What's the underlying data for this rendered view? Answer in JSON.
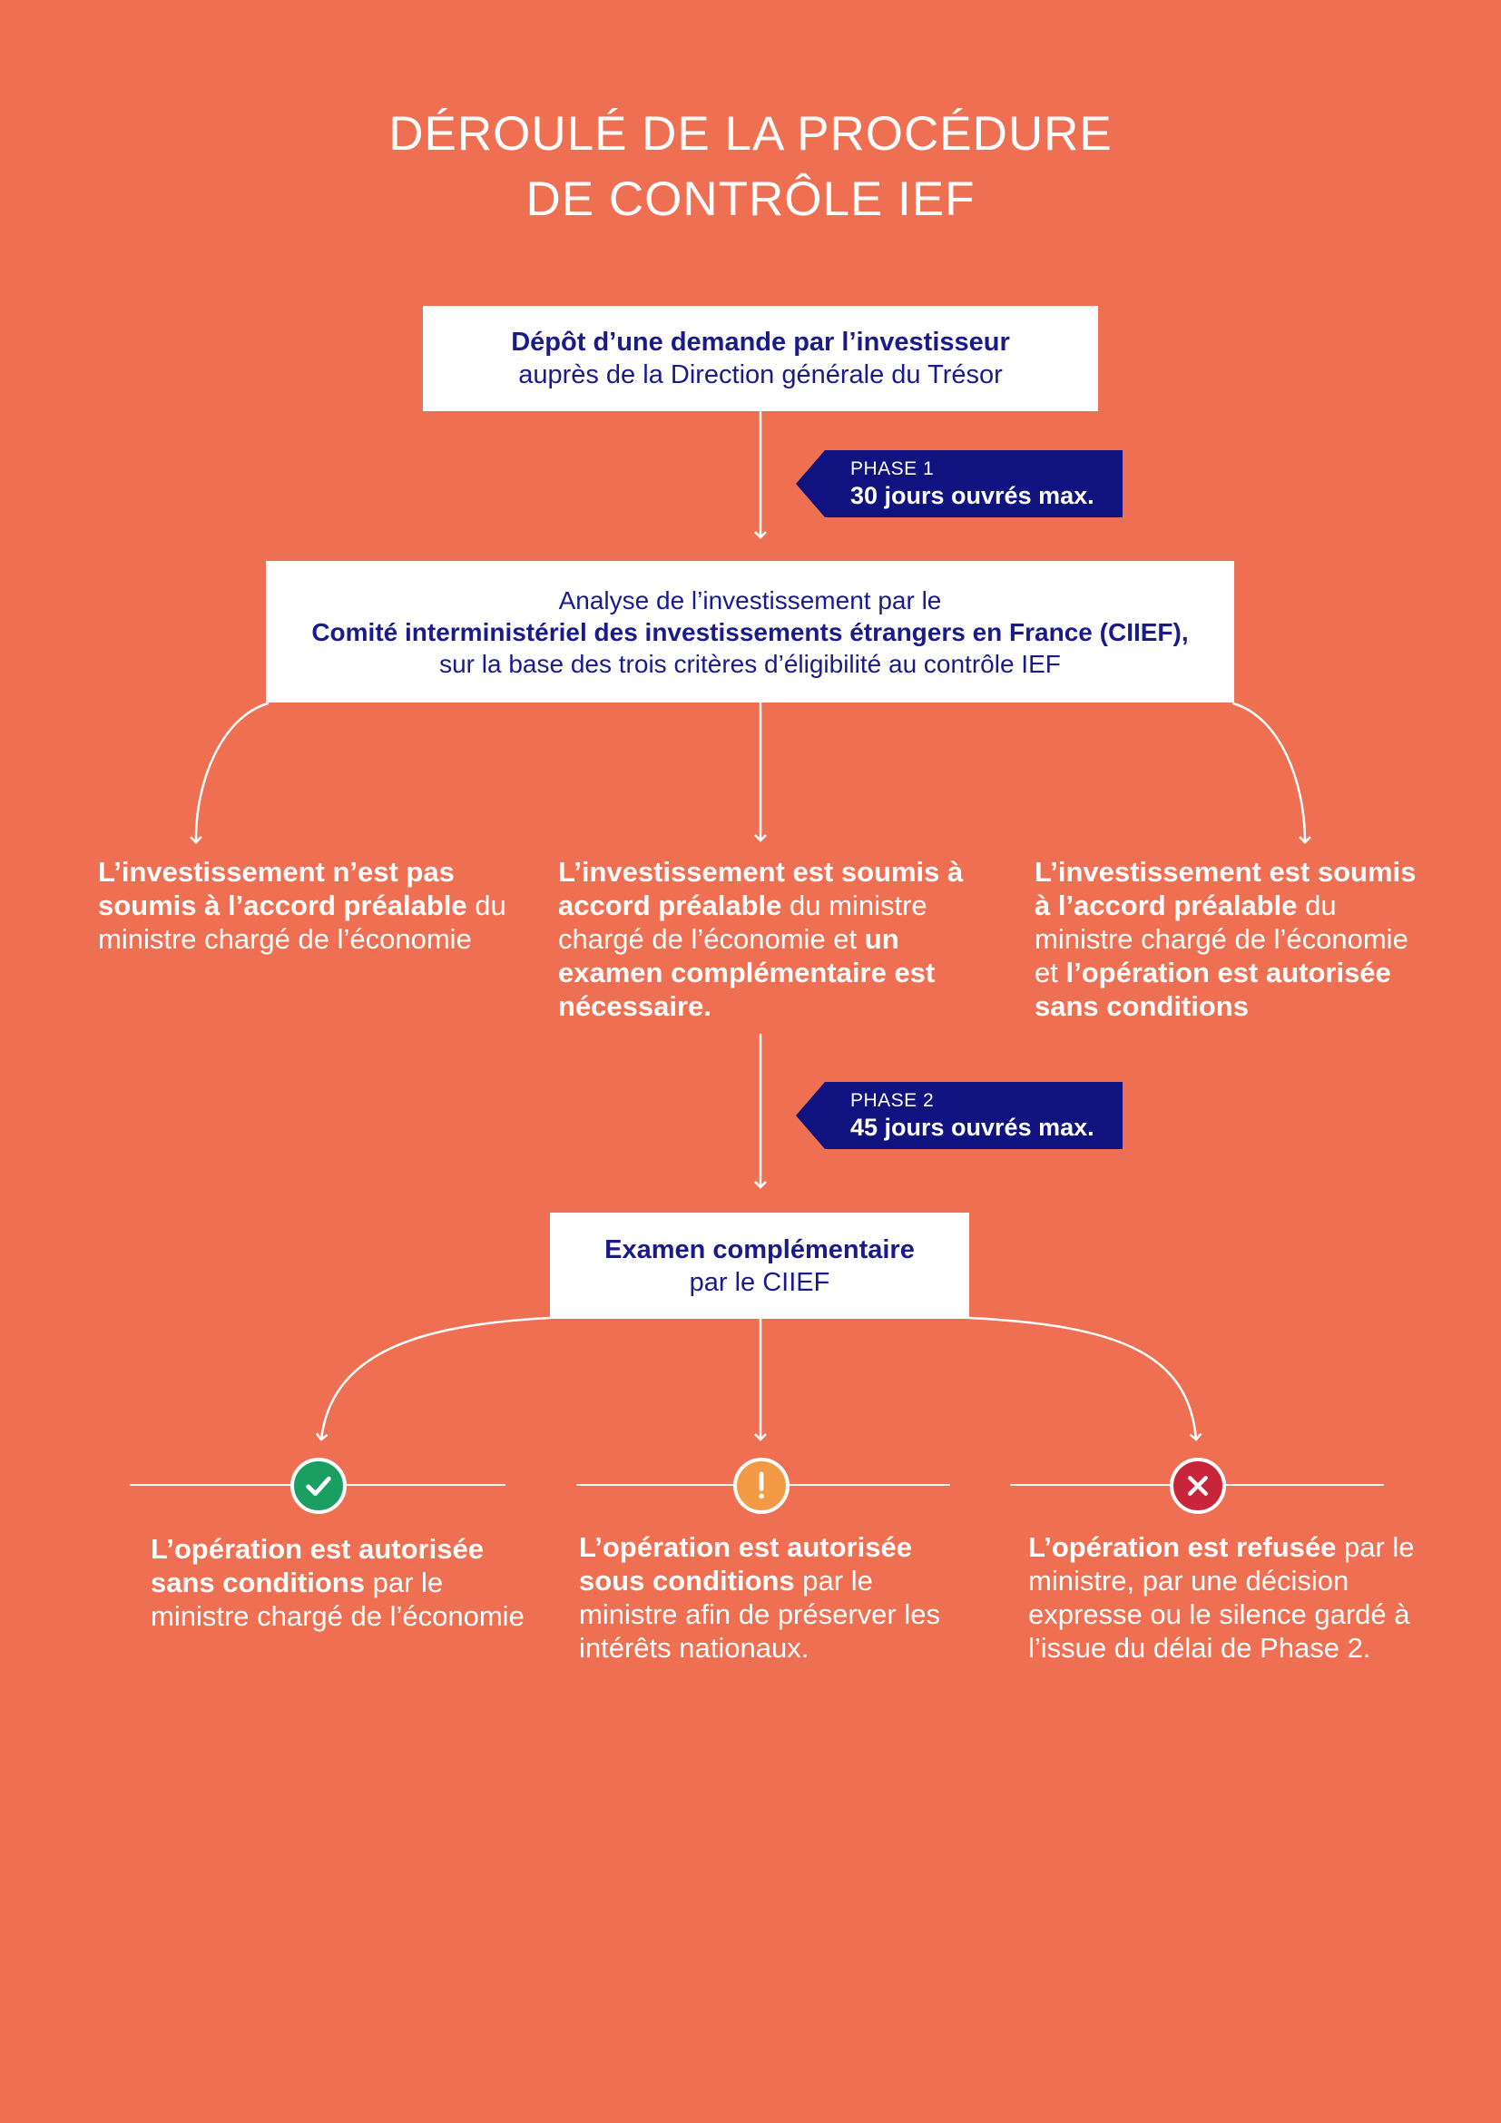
{
  "title": {
    "line1": "DÉROULÉ DE LA PROCÉDURE",
    "line2": "DE CONTRÔLE IEF"
  },
  "step_depot": {
    "bold": "Dépôt d’une demande par l’investisseur",
    "regular": "auprès de la Direction générale du Trésor"
  },
  "phase1": {
    "label": "PHASE 1",
    "duration": "30 jours ouvrés max."
  },
  "step_analyse": {
    "line1": "Analyse de l’investissement par le",
    "bold": "Comité interministériel des investissements étrangers en France (CIIEF),",
    "line3": "sur la base des trois critères d’éligibilité au contrôle IEF"
  },
  "outcome_not_subject": {
    "bold": "L’investissement n’est pas soumis à l’accord préalable",
    "regular": " du ministre chargé de l’économie"
  },
  "outcome_further_review": {
    "bold1": "L’investissement est soumis à accord préalable",
    "regular1": " du ministre chargé de l’économie et ",
    "bold2": "un examen complémentaire est nécessaire."
  },
  "outcome_authorized": {
    "bold1": "L’investissement est soumis à l’accord préalable",
    "regular1": " du ministre chargé de l’économie et ",
    "bold2": "l’opération est autorisée sans conditions"
  },
  "phase2": {
    "label": "PHASE 2",
    "duration": "45 jours ouvrés max."
  },
  "step_examen": {
    "bold": "Examen complémentaire",
    "regular": "par le CIIEF"
  },
  "result_ok": {
    "bold": "L’opération est autorisée sans conditions",
    "regular": " par le ministre chargé de l’économie"
  },
  "result_conditions": {
    "bold": "L’opération est autorisée sous conditions",
    "regular": " par le ministre afin de préserver les intérêts nationaux."
  },
  "result_refused": {
    "bold": "L’opération est refusée",
    "regular": " par le ministre, par une décision expresse ou le silence gardé à l’issue du délai de Phase 2."
  },
  "colors": {
    "background": "#ee6f51",
    "box_text": "#1a1b8a",
    "phase_tag": "#10137f",
    "ok": "#1b9e62",
    "conditions": "#f39a45",
    "refused": "#c8243a"
  },
  "icons": {
    "ok": "check-icon",
    "conditions": "exclamation-icon",
    "refused": "cross-icon"
  }
}
